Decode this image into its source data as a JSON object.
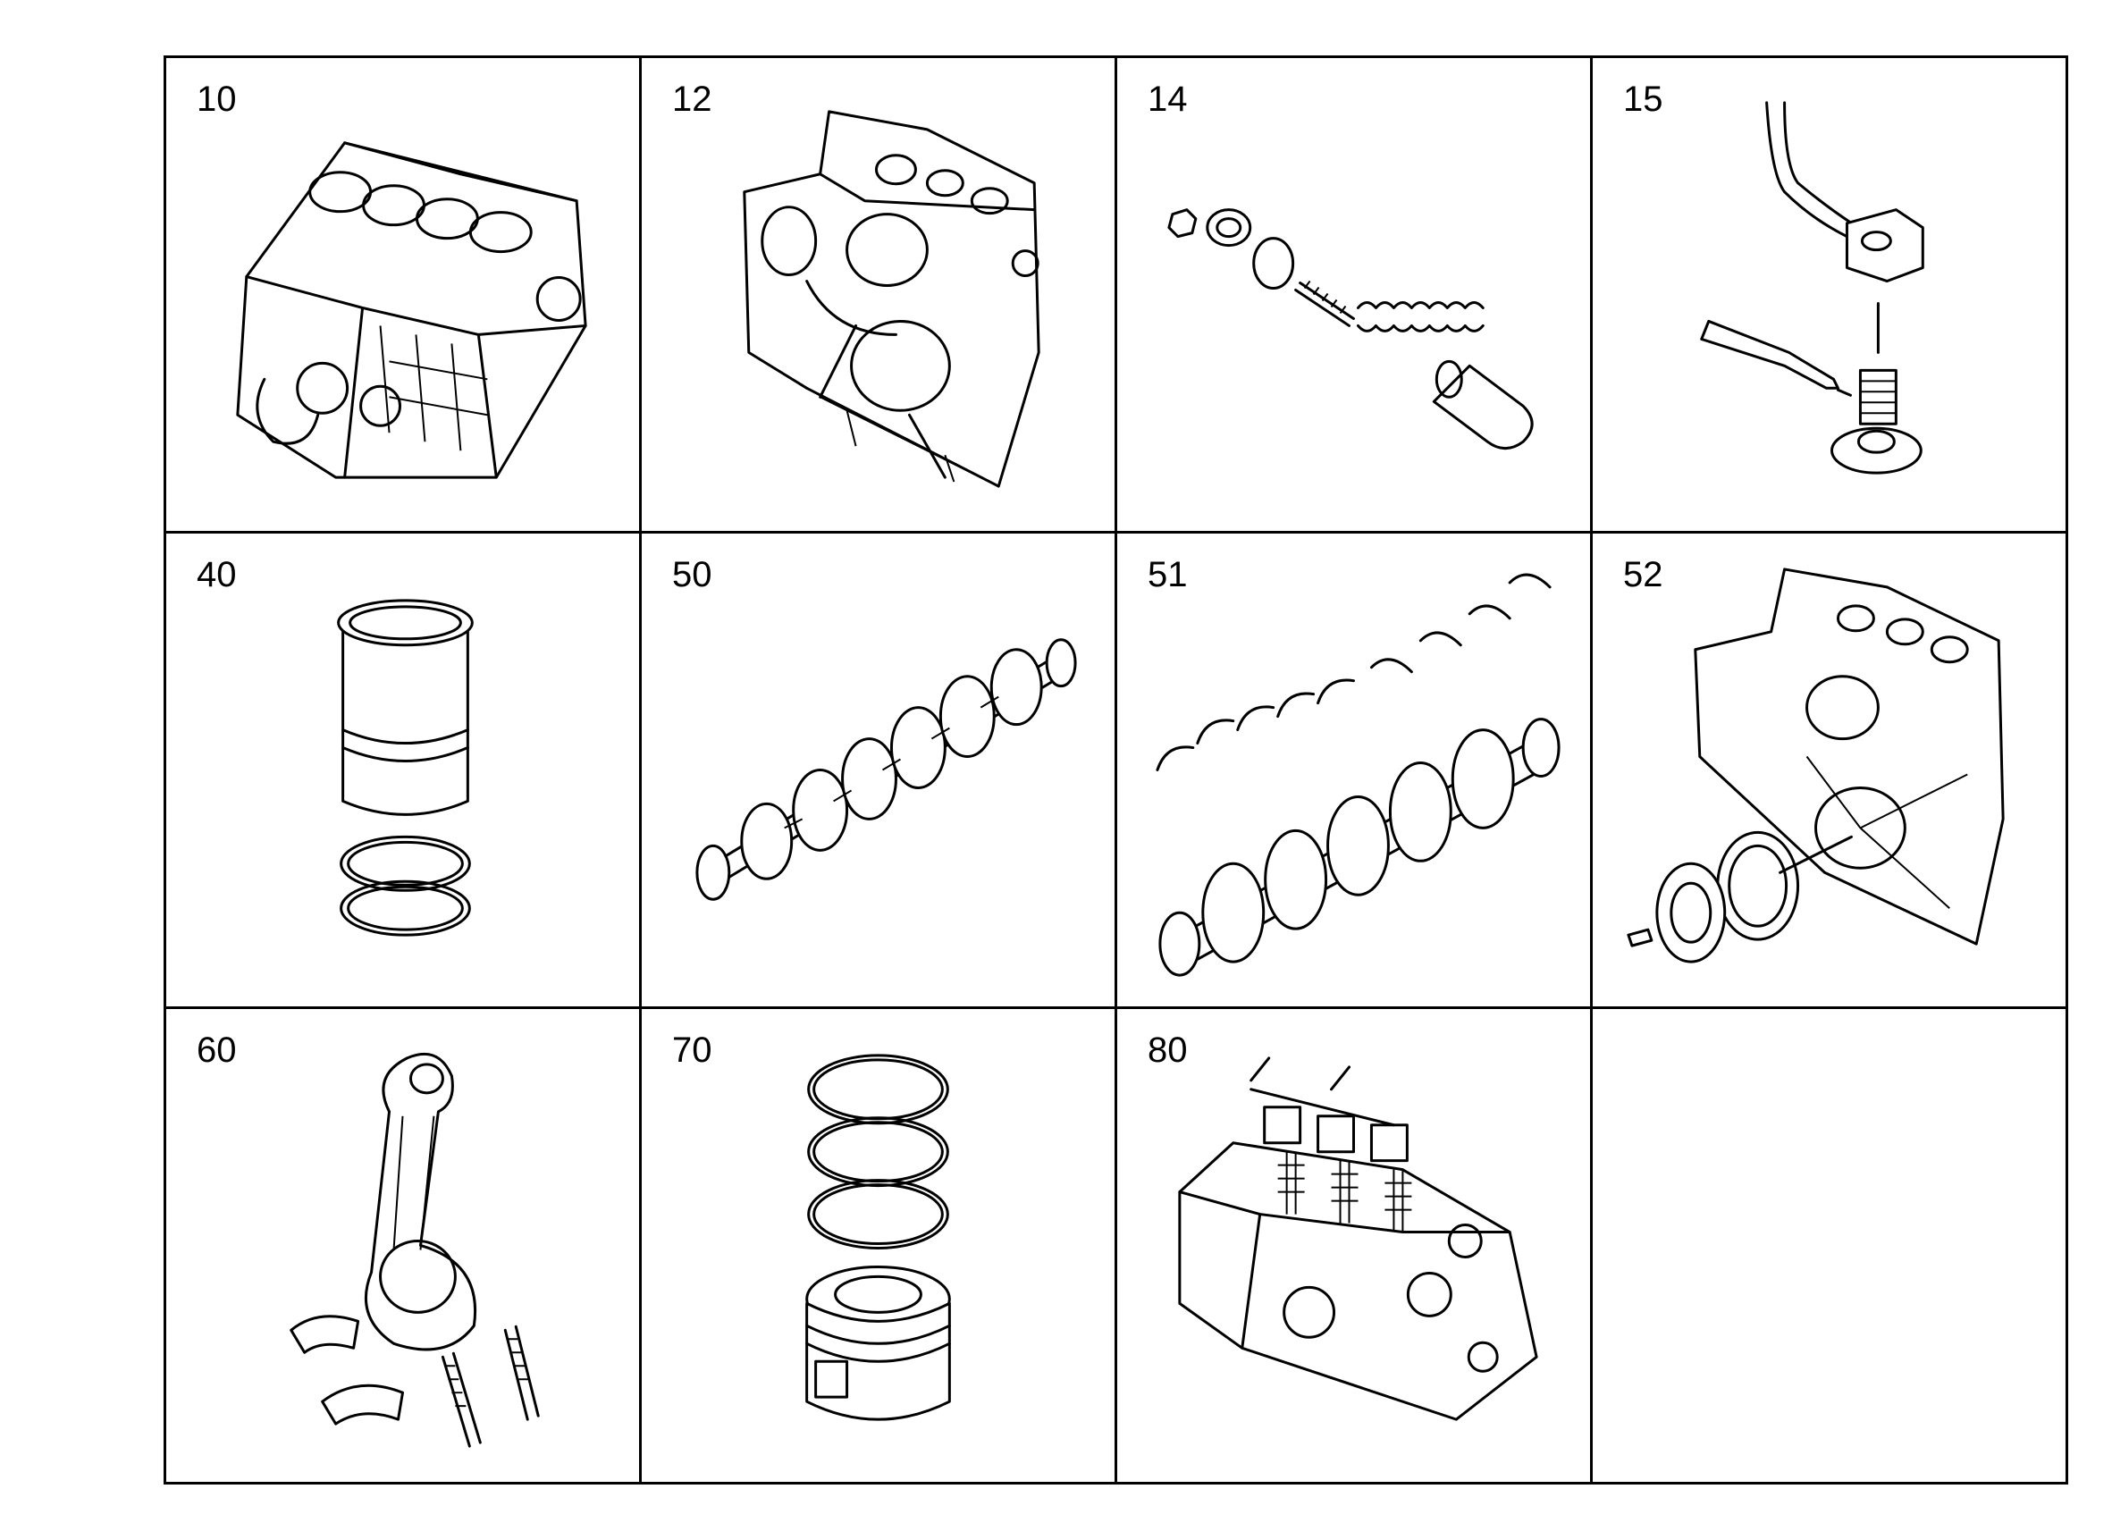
{
  "cells": [
    {
      "number": "10",
      "icon": "engine-block-icon"
    },
    {
      "number": "12",
      "icon": "timing-cover-icon"
    },
    {
      "number": "14",
      "icon": "relief-valve-icon"
    },
    {
      "number": "15",
      "icon": "oil-pipe-icon"
    },
    {
      "number": "40",
      "icon": "cylinder-liner-icon"
    },
    {
      "number": "50",
      "icon": "crankshaft-icon"
    },
    {
      "number": "51",
      "icon": "crankshaft-bearings-icon"
    },
    {
      "number": "52",
      "icon": "crankshaft-seal-icon"
    },
    {
      "number": "60",
      "icon": "connecting-rod-icon"
    },
    {
      "number": "70",
      "icon": "piston-rings-icon"
    },
    {
      "number": "80",
      "icon": "cylinder-head-icon"
    },
    {
      "number": "",
      "icon": ""
    }
  ]
}
